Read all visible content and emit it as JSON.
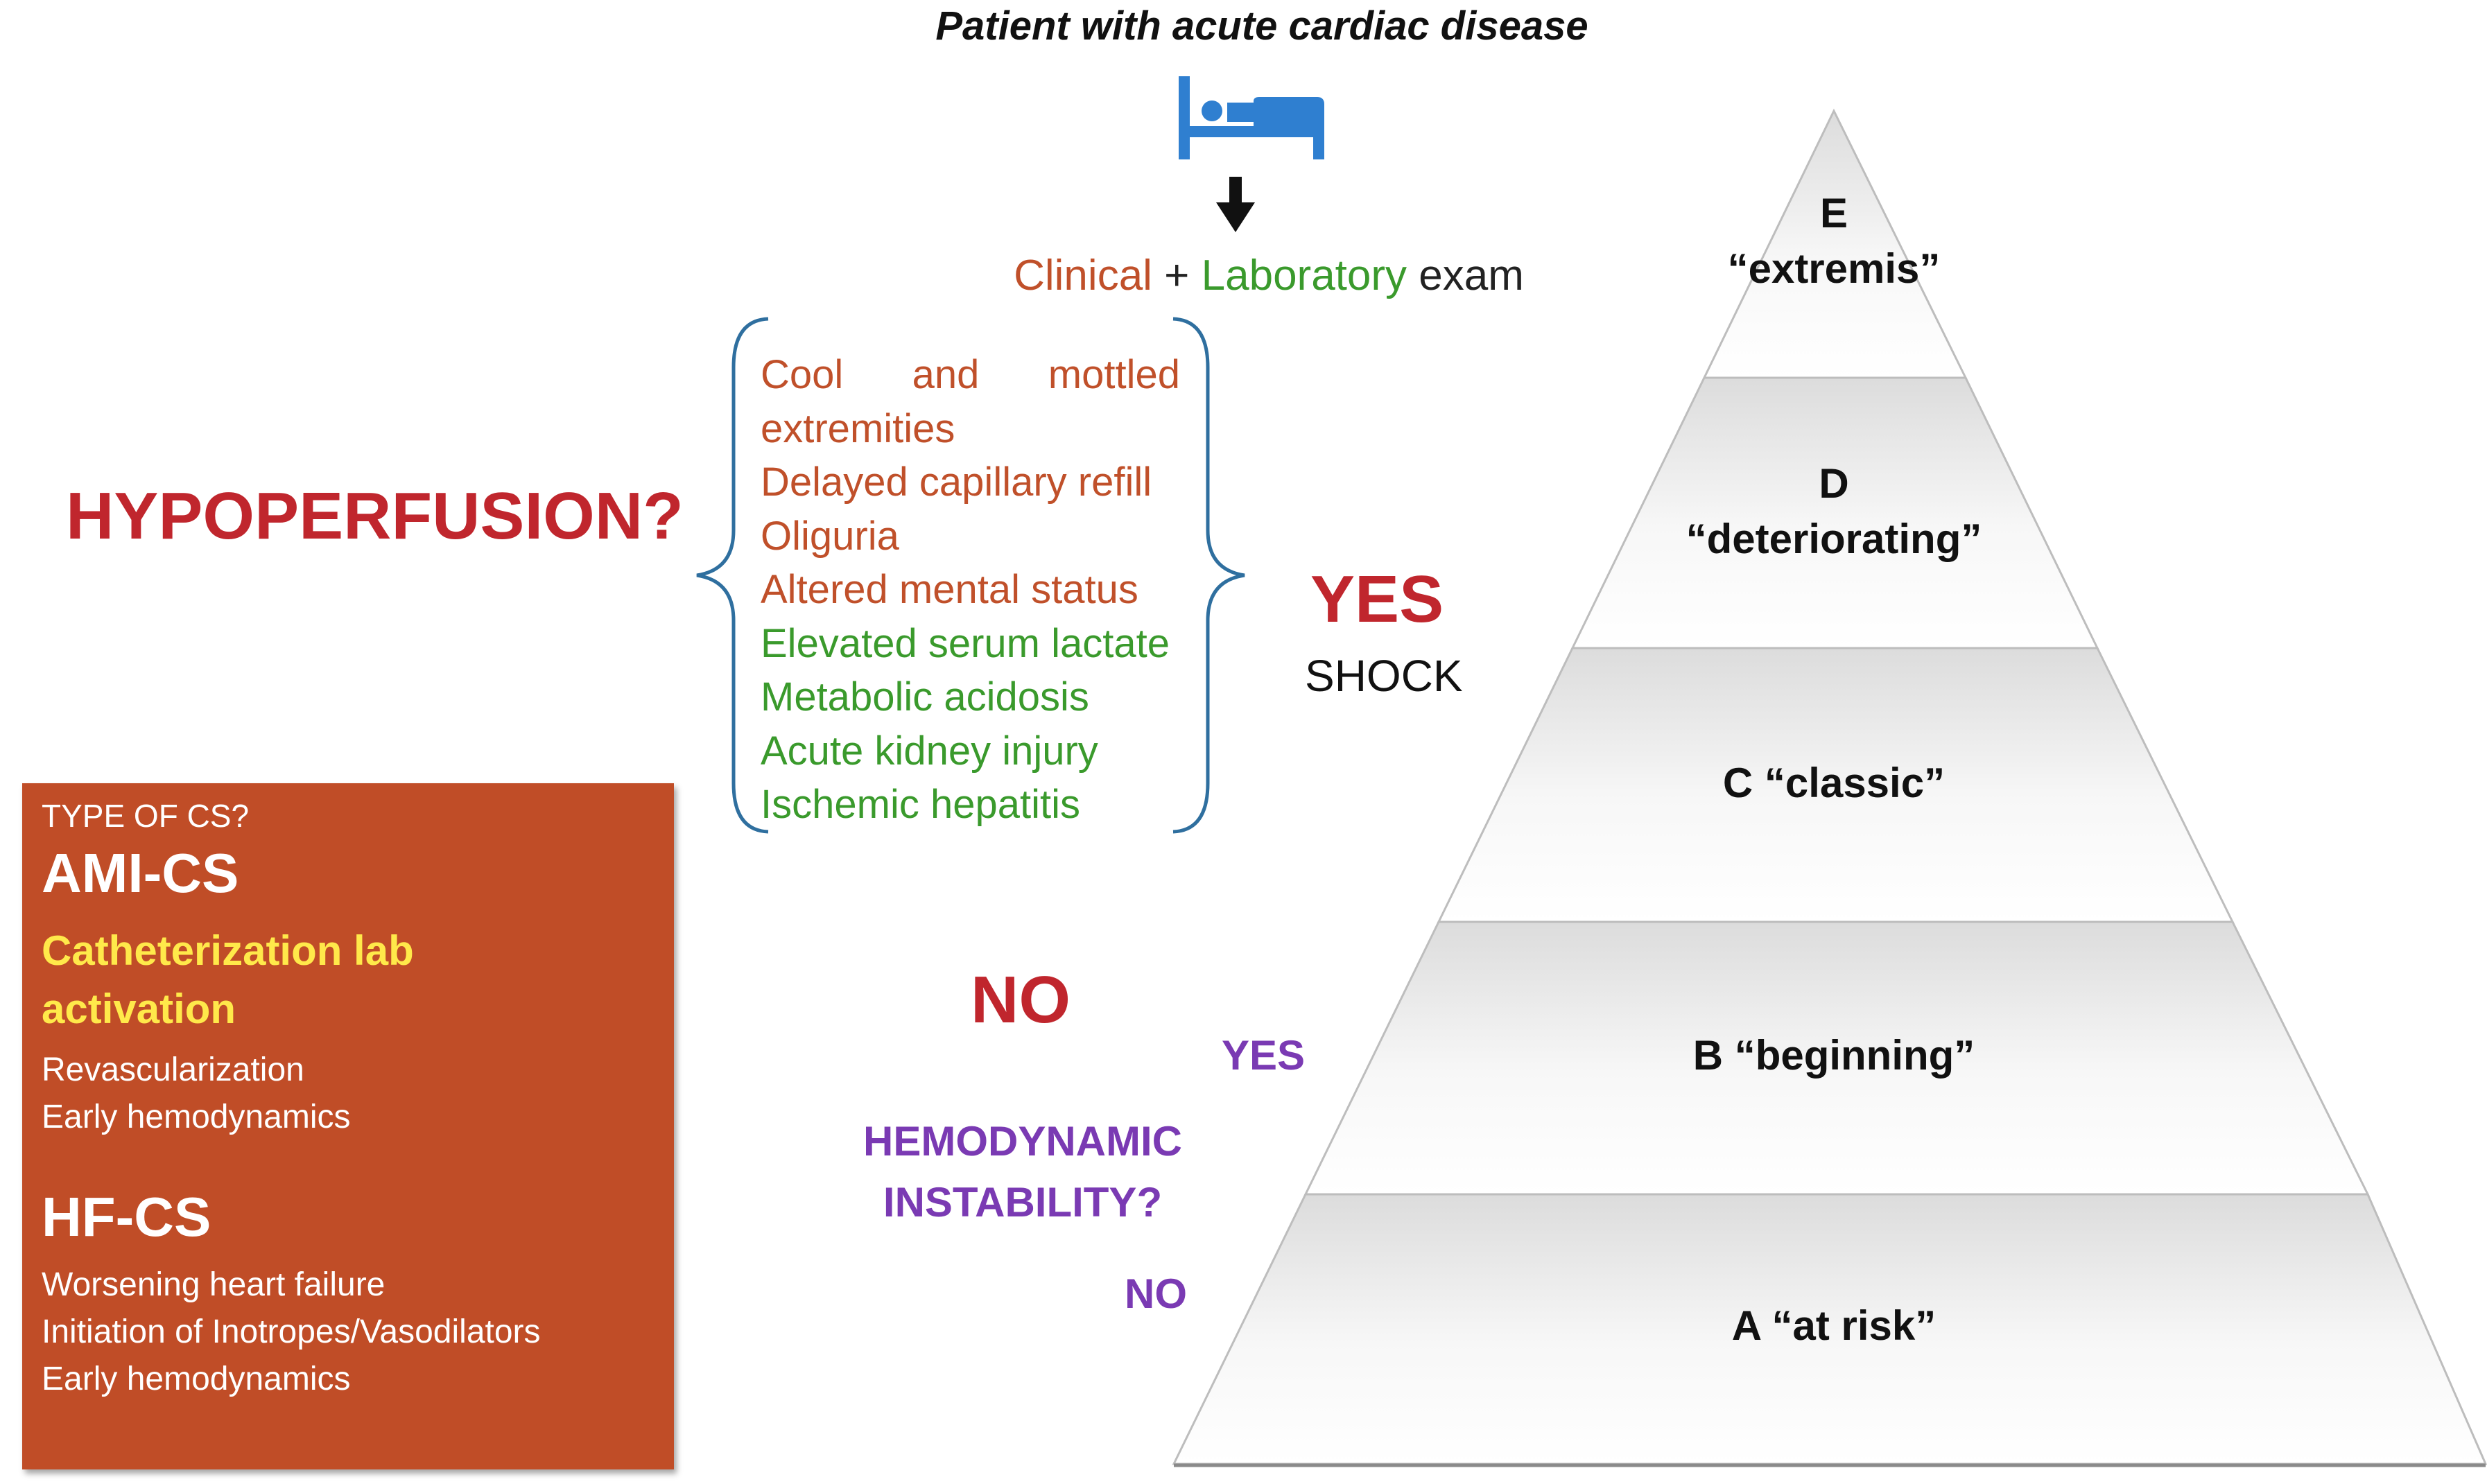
{
  "title": "Patient with acute cardiac disease",
  "icons": {
    "bed": "hospital-bed-icon",
    "arrow": "arrow-down-icon"
  },
  "exam": {
    "clinical": "Clinical",
    "plus": " + ",
    "laboratory": "Laboratory",
    "exam": " exam"
  },
  "hypoperfusion": "HYPOPERFUSION?",
  "signs": {
    "cool_a": "Cool",
    "cool_b": "and",
    "cool_c": "mottled",
    "items": [
      "extremities",
      "Delayed capillary refill",
      "Oliguria",
      "Altered mental status",
      "Elevated serum lactate",
      "Metabolic acidosis",
      "Acute kidney injury",
      "Ischemic hepatitis"
    ]
  },
  "yes_shock": "YES",
  "shock": "SHOCK",
  "no_shock": "NO",
  "yes_hemo": "YES",
  "hemodynamic": [
    "HEMODYNAMIC",
    "INSTABILITY?"
  ],
  "no_hemo": "NO",
  "type_box": {
    "question": "TYPE OF CS?",
    "ami_title": "AMI-CS",
    "ami_highlight": [
      "Catheterization lab",
      "activation"
    ],
    "ami_items": [
      "Revascularization",
      "Early hemodynamics"
    ],
    "hf_title": "HF-CS",
    "hf_items": [
      "Worsening heart failure",
      "Initiation of Inotropes/Vasodilators",
      "Early hemodynamics"
    ]
  },
  "pyramid": {
    "E": [
      "E",
      "“extremis”"
    ],
    "D": [
      "D",
      "“deteriorating”"
    ],
    "C": "C “classic”",
    "B": "B “beginning”",
    "A": "A “at risk”"
  },
  "colors": {
    "clinical": "#c0502a",
    "laboratory": "#3a9a2c",
    "accent_red": "#c0262d",
    "purple": "#7a3ab3",
    "box": "#c04d27",
    "highlight": "#ffe94a",
    "icon_blue": "#2f7fd0",
    "brace": "#2f6f9f"
  }
}
